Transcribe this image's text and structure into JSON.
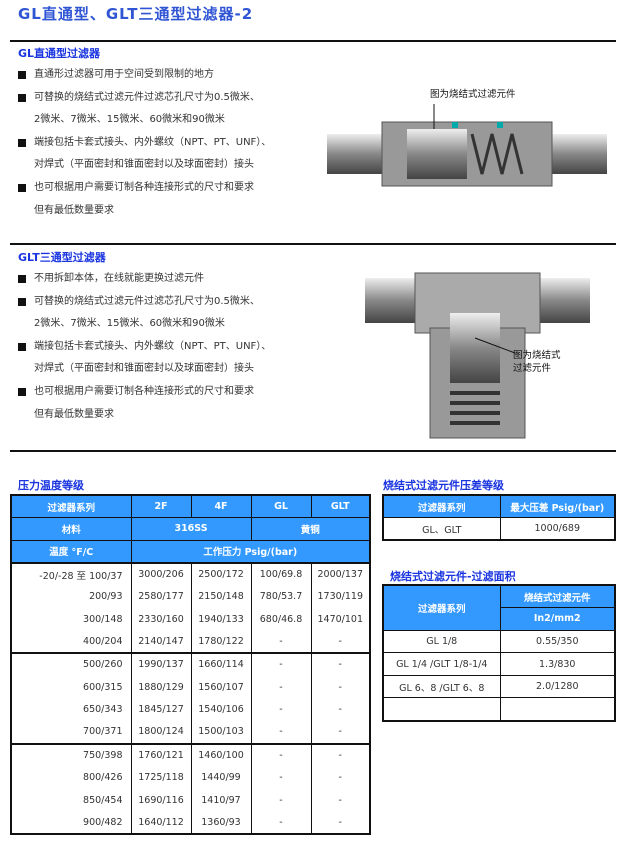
{
  "title": "GL直通型、GLT三通型过滤器-2",
  "gl": {
    "heading": "GL直通型过滤器",
    "bullets": [
      {
        "text": "直通形过滤器可用于空间受到限制的地方",
        "bullet": true
      },
      {
        "text": "可替换的烧结式过滤元件过滤芯孔尺寸为0.5微米、",
        "bullet": true
      },
      {
        "text": "2微米、7微米、15微米、60微米和90微米",
        "bullet": false
      },
      {
        "text": "端接包括卡套式接头、内外螺纹（NPT、PT、UNF）、",
        "bullet": true
      },
      {
        "text": "对焊式（平面密封和锥面密封以及球面密封）接头",
        "bullet": false
      },
      {
        "text": "也可根据用户需要订制各种连接形式的尺寸和要求",
        "bullet": true
      },
      {
        "text": "但有最低数量要求",
        "bullet": false
      }
    ],
    "figure_label": "图为烧结式过滤元件"
  },
  "glt": {
    "heading": "GLT三通型过滤器",
    "bullets": [
      {
        "text": "不用拆卸本体，在线就能更换过滤元件",
        "bullet": true
      },
      {
        "text": "可替换的烧结式过滤元件过滤芯孔尺寸为0.5微米、",
        "bullet": true
      },
      {
        "text": "2微米、7微米、15微米、60微米和90微米",
        "bullet": false
      },
      {
        "text": "端接包括卡套式接头、内外螺纹（NPT、PT、UNF）、",
        "bullet": true
      },
      {
        "text": "对焊式（平面密封和锥面密封以及球面密封）接头",
        "bullet": false
      },
      {
        "text": "也可根据用户需要订制各种连接形式的尺寸和要求",
        "bullet": true
      },
      {
        "text": "但有最低数量要求",
        "bullet": false
      }
    ],
    "figure_label_1": "图为烧结式",
    "figure_label_2": "过滤元件"
  },
  "pt": {
    "heading": "压力温度等级",
    "h_series": "过滤器系列",
    "cols": [
      "2F",
      "4F",
      "GL",
      "GLT"
    ],
    "h_material": "材料",
    "mat1": "316SS",
    "mat2": "黄铜",
    "h_temp": "温度 °F/C",
    "h_pressure": "工作压力  Psig/(bar)",
    "rows": [
      [
        "-20/-28 至 100/37",
        "3000/206",
        "2500/172",
        "100/69.8",
        "2000/137"
      ],
      [
        "200/93",
        "2580/177",
        "2150/148",
        "780/53.7",
        "1730/119"
      ],
      [
        "300/148",
        "2330/160",
        "1940/133",
        "680/46.8",
        "1470/101"
      ],
      [
        "400/204",
        "2140/147",
        "1780/122",
        "-",
        "-"
      ],
      [
        "500/260",
        "1990/137",
        "1660/114",
        "-",
        "-"
      ],
      [
        "600/315",
        "1880/129",
        "1560/107",
        "-",
        "-"
      ],
      [
        "650/343",
        "1845/127",
        "1540/106",
        "-",
        "-"
      ],
      [
        "700/371",
        "1800/124",
        "1500/103",
        "-",
        "-"
      ],
      [
        "750/398",
        "1760/121",
        "1460/100",
        "-",
        "-"
      ],
      [
        "800/426",
        "1725/118",
        "1440/99",
        "-",
        "-"
      ],
      [
        "850/454",
        "1690/116",
        "1410/97",
        "-",
        "-"
      ],
      [
        "900/482",
        "1640/112",
        "1360/93",
        "-",
        "-"
      ]
    ]
  },
  "dp": {
    "heading": "烧结式过滤元件压差等级",
    "h_series": "过滤器系列",
    "h_max": "最大压差 Psig/(bar)",
    "series": "GL、GLT",
    "value": "1000/689"
  },
  "area": {
    "heading": "烧结式过滤元件-过滤面积",
    "h_series": "过滤器系列",
    "h_element": "烧结式过滤元件",
    "h_unit": "In2/mm2",
    "rows": [
      [
        "GL 1/8",
        "0.55/350"
      ],
      [
        "GL 1/4 /GLT 1/8-1/4",
        "1.3/830"
      ],
      [
        "GL 6、8 /GLT 6、8",
        "2.0/1280"
      ],
      [
        "",
        ""
      ]
    ]
  }
}
